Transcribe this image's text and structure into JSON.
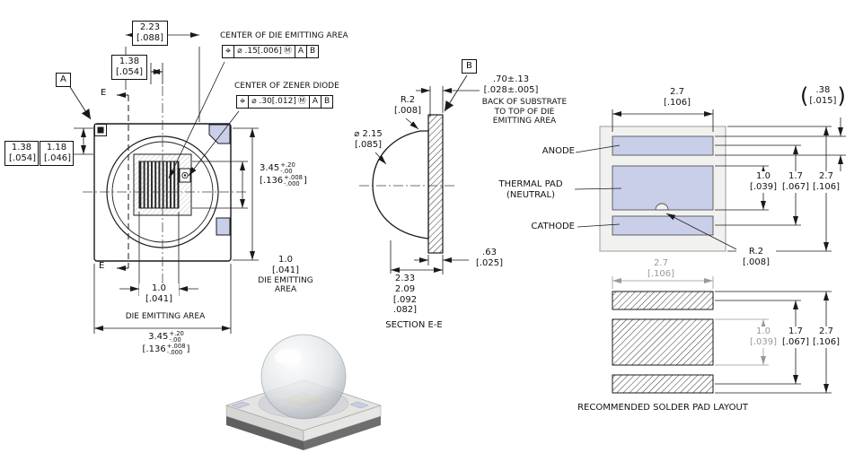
{
  "top_view": {
    "datum_a": "A",
    "section_arrow_label": "E",
    "callout_die": {
      "title": "CENTER OF DIE EMITTING AREA",
      "fcf": {
        "sym": "⌖",
        "tol": "⌀ .15[.006]",
        "mod": "Ⓜ",
        "datum1": "A",
        "datum2": "B"
      }
    },
    "callout_zener": {
      "title": "CENTER OF ZENER DIODE",
      "fcf": {
        "sym": "⌖",
        "tol": "⌀ .30[.012]",
        "mod": "Ⓜ",
        "datum1": "A",
        "datum2": "B"
      }
    },
    "dim_width_223": {
      "mm": "2.23",
      "in": "[.088]"
    },
    "dim_width_138": {
      "mm": "1.38",
      "in": "[.054]"
    },
    "dim_left_138": {
      "mm": "1.38",
      "in": "[.054]"
    },
    "dim_left_118": {
      "mm": "1.18",
      "in": "[.046]"
    },
    "dim_height_345": {
      "mm": "3.45",
      "plus": "+.20",
      "minus": "-.00",
      "in_open": "[.136",
      "in_plus": "+.008",
      "in_minus": "-.000",
      "in_close": "]"
    },
    "dim_die_right": {
      "mm": "1.0",
      "in": "[.041]",
      "label_line1": "DIE EMITTING",
      "label_line2": "AREA"
    },
    "dim_die_bottom": {
      "mm": "1.0",
      "in": "[.041]",
      "label": "DIE EMITTING AREA"
    },
    "dim_width_345": {
      "mm": "3.45",
      "plus": "+.20",
      "minus": "-.00",
      "in_open": "[.136",
      "in_plus": "+.008",
      "in_minus": "-.000",
      "in_close": "]"
    }
  },
  "section_view": {
    "datum_b": "B",
    "dim_r2": {
      "mm": "R.2",
      "in": "[.008]"
    },
    "dim_dia": {
      "mm": "⌀ 2.15",
      "in": "[.085]"
    },
    "dim_height_70": {
      "mm": ".70±.13",
      "in": "[.028±.005]"
    },
    "note_line1": "BACK OF SUBSTRATE",
    "note_line2": "TO TOP OF DIE",
    "note_line3": "EMITTING AREA",
    "dim_63": {
      "mm": ".63",
      "in": "[.025]"
    },
    "dim_depth": {
      "mm_max": "2.33",
      "mm_min": "2.09",
      "in_max": "[.092",
      "in_min": ".082]"
    },
    "title": "SECTION E-E"
  },
  "pad_layout": {
    "dim_width_27": {
      "mm": "2.7",
      "in": "[.106]"
    },
    "dim_ref_38": {
      "mm": ".38",
      "in": "[.015]"
    },
    "label_anode": "ANODE",
    "label_thermal_line1": "THERMAL PAD",
    "label_thermal_line2": "(NEUTRAL)",
    "label_cathode": "CATHODE",
    "dim_10": {
      "mm": "1.0",
      "in": "[.039]"
    },
    "dim_17": {
      "mm": "1.7",
      "in": "[.067]"
    },
    "dim_27": {
      "mm": "2.7",
      "in": "[.106]"
    },
    "dim_r2": {
      "mm": "R.2",
      "in": "[.008]"
    }
  },
  "solder_layout": {
    "dim_width_27": {
      "mm": "2.7",
      "in": "[.106]"
    },
    "dim_10": {
      "mm": "1.0",
      "in": "[.039]"
    },
    "dim_17": {
      "mm": "1.7",
      "in": "[.067]"
    },
    "dim_27": {
      "mm": "2.7",
      "in": "[.106]"
    },
    "title": "RECOMMENDED SOLDER PAD LAYOUT"
  },
  "colors": {
    "pad_blue": "#c9cfe8",
    "line": "#1a1a1a",
    "reference_gray": "#999999"
  }
}
